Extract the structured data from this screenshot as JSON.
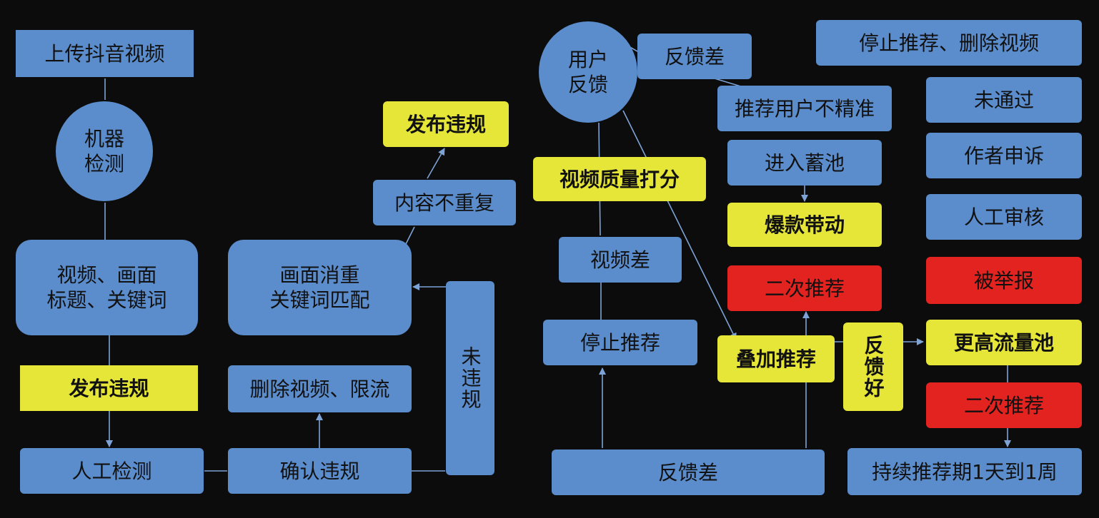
{
  "nodes": {
    "upload": "上传抖音视频",
    "machine_check": "机器\n检测",
    "video_title_keywords": "视频、画面\n标题、关键词",
    "publish_violation_left": "发布违规",
    "manual_check": "人工检测",
    "confirm_violation": "确认违规",
    "delete_limit": "删除视频、限流",
    "dedup_keyword_match": "画面消重\n关键词匹配",
    "content_not_duplicate": "内容不重复",
    "publish_violation_top": "发布违规",
    "not_violation": "未违规",
    "user_feedback": "用户\n反馈",
    "feedback_bad_top": "反馈差",
    "quality_score": "视频质量打分",
    "video_bad": "视频差",
    "stop_recommend": "停止推荐",
    "feedback_bad_bottom": "反馈差",
    "inaccurate_users": "推荐用户不精准",
    "enter_pool": "进入蓄池",
    "hit_driven": "爆款带动",
    "second_recommend_mid": "二次推荐",
    "stack_recommend": "叠加推荐",
    "feedback_good": "反馈好",
    "stop_delete": "停止推荐、删除视频",
    "not_passed": "未通过",
    "author_appeal": "作者申诉",
    "manual_review": "人工审核",
    "reported": "被举报",
    "higher_pool": "更高流量池",
    "second_recommend_right": "二次推荐",
    "continuous_period": "持续推荐期1天到1周"
  },
  "colors": {
    "blue": "#5b8ccb",
    "yellow": "#e6e639",
    "red": "#e3231f",
    "line": "#7da3d6",
    "background": "#0c0c0c"
  }
}
